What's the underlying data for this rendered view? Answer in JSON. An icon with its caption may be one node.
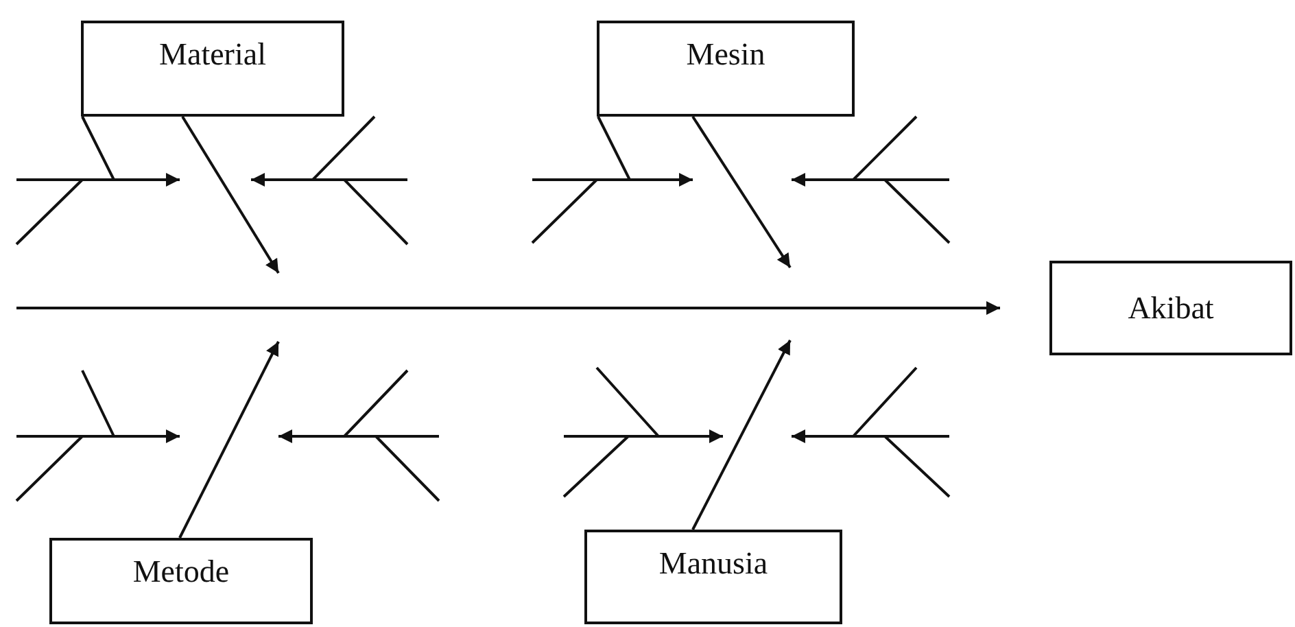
{
  "diagram": {
    "nodes": [
      {
        "text": [
          "Material"
        ]
      },
      {
        "text": [
          "Mesin"
        ]
      },
      {
        "text": [
          "Akibat"
        ]
      },
      {
        "text": [
          "Metode"
        ]
      },
      {
        "text": [
          "Manusia"
        ]
      }
    ],
    "edges": [
      {
        "from": 0,
        "to": null,
        "arrow": "none"
      },
      {
        "from": 0,
        "to": null,
        "arrow": "to"
      },
      {
        "from": 1,
        "to": null,
        "arrow": "none"
      },
      {
        "from": 1,
        "to": null,
        "arrow": "to"
      },
      {
        "from": null,
        "to": 2,
        "arrow": "to"
      },
      {
        "from": 3,
        "to": null,
        "arrow": "to"
      },
      {
        "from": 4,
        "to": null,
        "arrow": "to"
      }
    ]
  }
}
